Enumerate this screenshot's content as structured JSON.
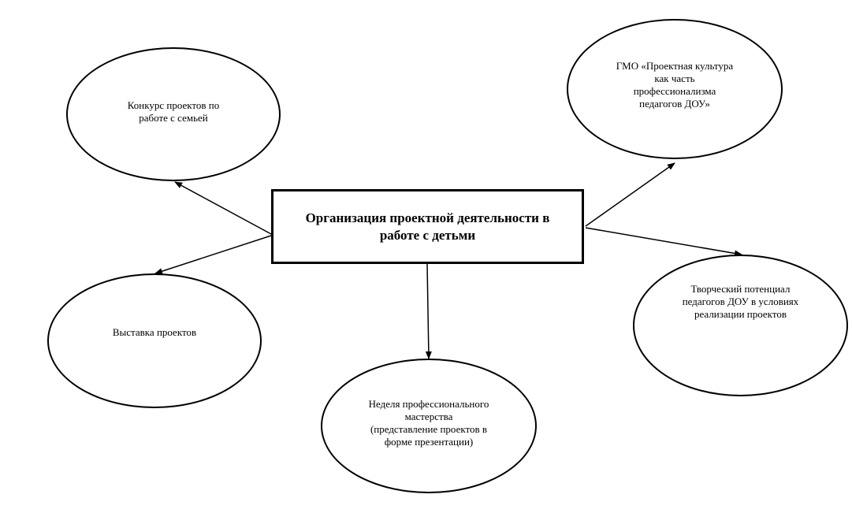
{
  "center": {
    "label": "Организация проектной деятельности в\nработе с детьми"
  },
  "nodes": {
    "konkurs": "Конкурс проектов по\nработе с семьей",
    "gmo": "ГМО «Проектная культура\nкак часть\nпрофессионализма\nпедагогов ДОУ»",
    "vystavka": "Выставка проектов",
    "nedelya": "Неделя профессионального\nмастерства\n(представление проектов в\nформе презентации)",
    "tvorcheskiy": "Творческий потенциал\nпедагогов ДОУ в условиях\nреализации проектов"
  }
}
